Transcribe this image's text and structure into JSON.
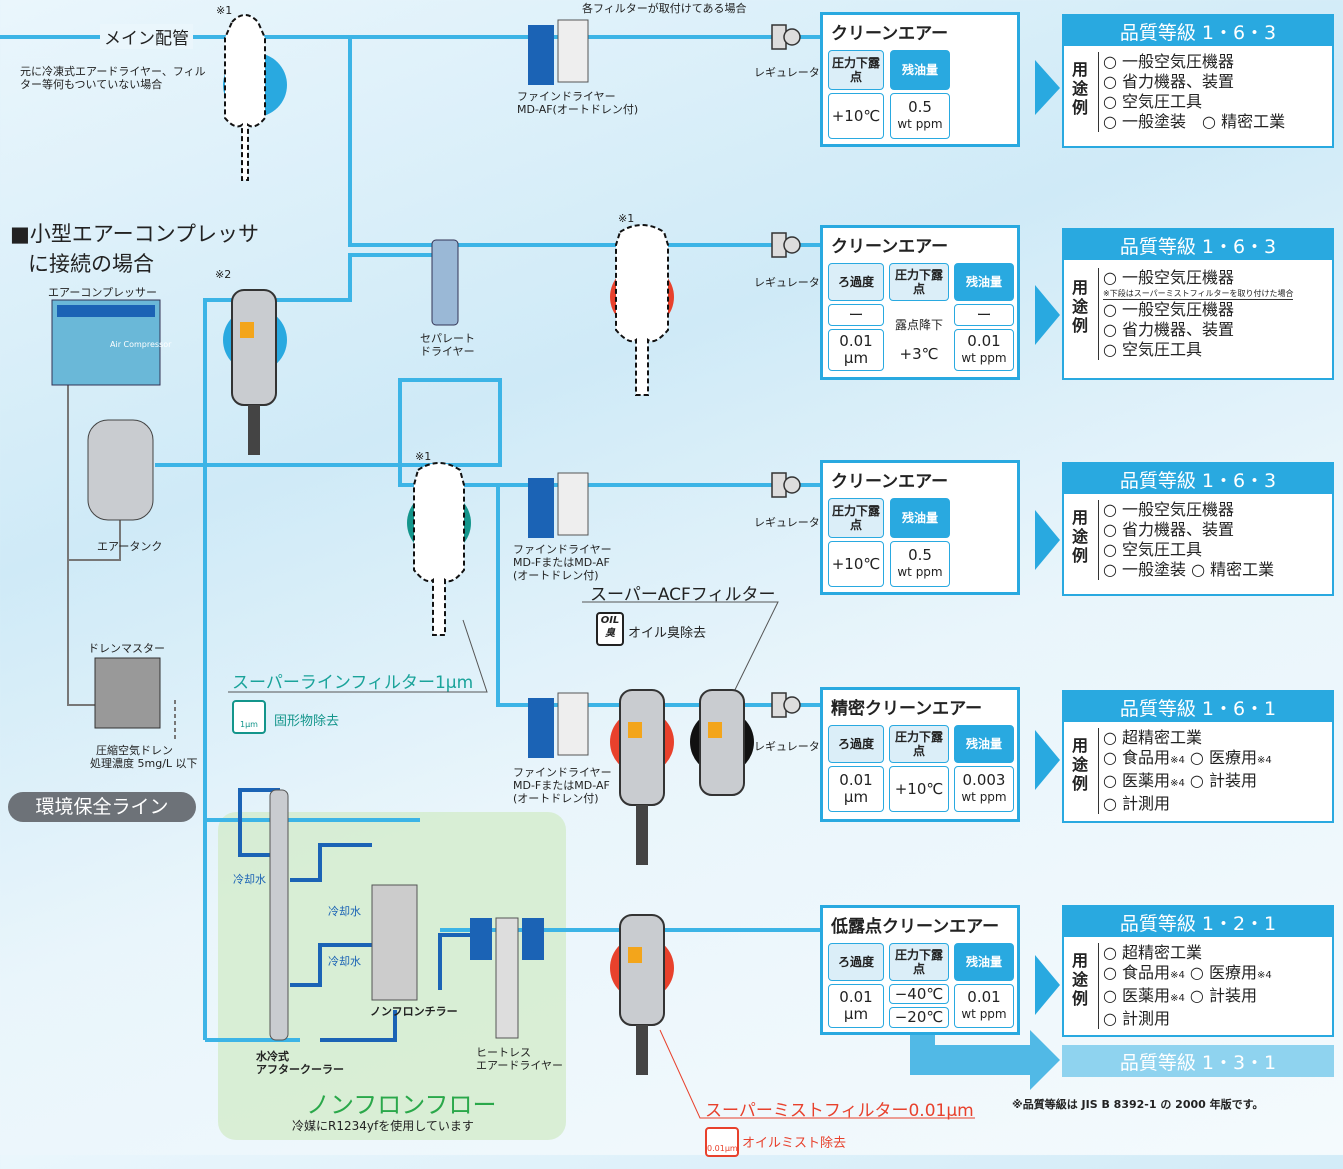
{
  "header": {
    "top_note": "各フィルターが取付けてある場合"
  },
  "main_pipe": {
    "label": "メイン配管",
    "note": "元に冷凍式エアードライヤー、フィルター等何もついていない場合"
  },
  "left": {
    "title_line1": "■小型エアーコンプレッサ",
    "title_line2": "に接続の場合",
    "compressor": "エアーコンプレッサー",
    "compressor_brand": "Air Compressor",
    "tank": "エアータンク",
    "drain_master": "ドレンマスター",
    "drain_note_1": "圧縮空気ドレン",
    "drain_note_2": "処理濃度 5mg/L 以下",
    "env_line": "環境保全ライン"
  },
  "marks": {
    "m1": "※1",
    "m2": "※2"
  },
  "devices": {
    "fine_dryer_af_1": "ファインドライヤー",
    "fine_dryer_af_2": "MD-AF(オートドレン付)",
    "separate_1": "セパレート",
    "separate_2": "ドライヤー",
    "fine_dryer_f_1": "ファインドライヤー",
    "fine_dryer_f_2": "MD-FまたはMD-AF",
    "fine_dryer_f_3": "(オートドレン付)",
    "regulator": "レギュレータ",
    "heatless_1": "ヒートレス",
    "heatless_2": "エアードライヤー",
    "chiller": "ノンフロンチラー",
    "aftercooler_1": "水冷式",
    "aftercooler_2": "アフタークーラー",
    "cooling_water": "冷却水"
  },
  "filters": {
    "acf": "スーパーACFフィルター",
    "acf_badge_1": "OIL",
    "acf_badge_2": "臭",
    "acf_desc": "オイル臭除去",
    "line": "スーパーラインフィルター1μm",
    "line_badge": "1μm",
    "line_desc": "固形物除去",
    "mist": "スーパーミストフィルター0.01μm",
    "mist_badge": "0.01μm",
    "mist_desc": "オイルミスト除去"
  },
  "nonflon": {
    "title": "ノンフロンフロー",
    "note": "冷媒にR1234yfを使用しています"
  },
  "rows": [
    {
      "title": "クリーンエアー",
      "h_dew": "圧力下露点",
      "h_oil": "残油量",
      "dew": "+10℃",
      "oil_1": "0.5",
      "oil_2": "wt ppm",
      "grade": "品質等級 1・6・3",
      "use": "用途例",
      "u1": "○ 一般空気圧機器",
      "u2": "○ 省力機器、装置",
      "u3": "○ 空気圧工具",
      "u4": "○ 一般塗装　○ 精密工業"
    },
    {
      "title": "クリーンエアー",
      "h_filt": "ろ過度",
      "h_dew": "圧力下露点",
      "h_oil": "残油量",
      "filt_top": "ー",
      "dew_top": "露点降下",
      "oil_top": "ー",
      "filt_1": "0.01",
      "filt_2": "μm",
      "dew": "+3℃",
      "oil_1": "0.01",
      "oil_2": "wt ppm",
      "grade": "品質等級 1・6・3",
      "use": "用途例",
      "u1": "○ 一般空気圧機器",
      "note": "※下段はスーパーミストフィルターを取り付けた場合",
      "u2": "○ 一般空気圧機器",
      "u3": "○ 省力機器、装置",
      "u4": "○ 空気圧工具"
    },
    {
      "title": "クリーンエアー",
      "h_dew": "圧力下露点",
      "h_oil": "残油量",
      "dew": "+10℃",
      "oil_1": "0.5",
      "oil_2": "wt ppm",
      "grade": "品質等級 1・6・3",
      "use": "用途例",
      "u1": "○ 一般空気圧機器",
      "u2": "○ 省力機器、装置",
      "u3": "○ 空気圧工具",
      "u4": "○ 一般塗装 ○ 精密工業"
    },
    {
      "title": "精密クリーンエアー",
      "h_filt": "ろ過度",
      "h_dew": "圧力下露点",
      "h_oil": "残油量",
      "filt_1": "0.01",
      "filt_2": "μm",
      "dew": "+10℃",
      "oil_1": "0.003",
      "oil_2": "wt ppm",
      "grade": "品質等級 1・6・1",
      "use": "用途例",
      "u1": "○ 超精密工業",
      "u2a": "○ 食品用",
      "u2b": "○ 医療用",
      "u3a": "○ 医薬用",
      "u3b": "○ 計装用",
      "u4": "○ 計測用",
      "sup": "※4"
    },
    {
      "title": "低露点クリーンエアー",
      "h_filt": "ろ過度",
      "h_dew": "圧力下露点",
      "h_oil": "残油量",
      "filt_1": "0.01",
      "filt_2": "μm",
      "dew_1": "−40℃",
      "dew_2": "−20℃",
      "oil_1": "0.01",
      "oil_2": "wt ppm",
      "grade": "品質等級 1・2・1",
      "grade2": "品質等級 1・3・1",
      "use": "用途例",
      "u1": "○ 超精密工業",
      "u2a": "○ 食品用",
      "u2b": "○ 医療用",
      "u3a": "○ 医薬用",
      "u3b": "○ 計装用",
      "u4": "○ 計測用",
      "sup": "※4"
    }
  ],
  "footnote": "※品質等級は JIS B 8392-1 の 2000 年版です。",
  "colors": {
    "pipe": "#3cb4e6",
    "accent": "#29a9e0",
    "red": "#e8412c",
    "teal": "#13958b",
    "green": "#2aa84a"
  }
}
